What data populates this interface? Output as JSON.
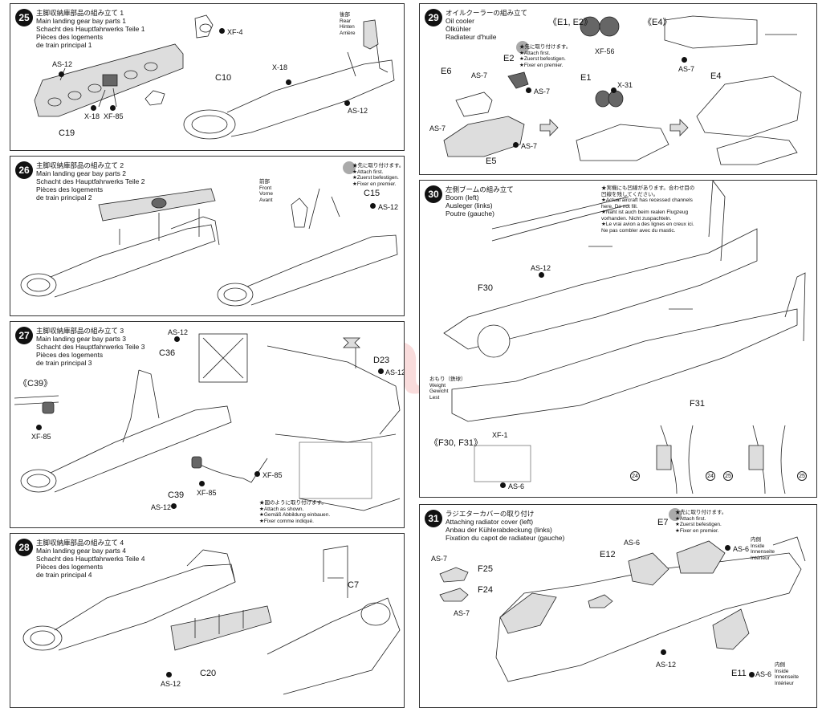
{
  "steps": [
    {
      "num": "25",
      "title_jp": "主脚収納庫部品の組み立て 1",
      "title_en": "Main landing gear bay parts 1",
      "title_de": "Schacht des Hauptfahrwerks Teile 1",
      "title_fr1": "Pièces des logements",
      "title_fr2": "de train principal 1",
      "labels": {
        "c19": "C19",
        "c10": "C10",
        "as12a": "AS-12",
        "as12b": "AS-12",
        "x18a": "X-18",
        "x18b": "X-18",
        "xf85": "XF-85",
        "xf4": "XF-4",
        "rear_jp": "後部",
        "rear_en": "Rear",
        "rear_de": "Hinten",
        "rear_fr": "Arrière"
      }
    },
    {
      "num": "26",
      "title_jp": "主脚収納庫部品の組み立て 2",
      "title_en": "Main landing gear bay parts 2",
      "title_de": "Schacht des Hauptfahrwerks Teile 2",
      "title_fr1": "Pièces des logements",
      "title_fr2": "de train principal 2",
      "notes": [
        "★先に取り付けます。",
        "★Attach first.",
        "★Zuerst befestigen.",
        "★Fixer en premier."
      ],
      "labels": {
        "c15": "C15",
        "as12": "AS-12",
        "front_jp": "前部",
        "front_en": "Front",
        "front_de": "Vorne",
        "front_fr": "Avant"
      }
    },
    {
      "num": "27",
      "title_jp": "主脚収納庫部品の組み立て 3",
      "title_en": "Main landing gear bay parts 3",
      "title_de": "Schacht des Hauptfahrwerks Teile 3",
      "title_fr1": "Pièces des logements",
      "title_fr2": "de train principal 3",
      "notes": [
        "★図のように取り付けます。",
        "★Attach as shown.",
        "★Gemäß Abbildung einbauen.",
        "★Fixer comme indiqué."
      ],
      "labels": {
        "c36": "C36",
        "c39": "C39",
        "c39b": "《C39》",
        "d23": "D23",
        "as12a": "AS-12",
        "as12b": "AS-12",
        "as12c": "AS-12",
        "xf85a": "XF-85",
        "xf85b": "XF-85",
        "xf85c": "XF-85"
      }
    },
    {
      "num": "28",
      "title_jp": "主脚収納庫部品の組み立て 4",
      "title_en": "Main landing gear bay parts 4",
      "title_de": "Schacht des Hauptfahrwerks Teile 4",
      "title_fr1": "Pièces des logements",
      "title_fr2": "de train principal 4",
      "labels": {
        "c7": "C7",
        "c20": "C20",
        "as12": "AS-12"
      }
    },
    {
      "num": "29",
      "title_jp": "オイルクーラーの組み立て",
      "title_en": "Oil cooler",
      "title_de": "Ölkühler",
      "title_fr1": "Radiateur d'huile",
      "title_fr2": "",
      "notes": [
        "★先に取り付けます。",
        "★Attach first.",
        "★Zuerst befestigen.",
        "★Fixer en premier."
      ],
      "labels": {
        "e1e2": "《E1, E2》",
        "e4b": "《E4》",
        "xf56": "XF-56",
        "as7a": "AS-7",
        "as7b": "AS-7",
        "as7c": "AS-7",
        "as7d": "AS-7",
        "as7e": "AS-7",
        "e2": "E2",
        "e6": "E6",
        "e5": "E5",
        "e1": "E1",
        "e4": "E4",
        "x31": "X-31"
      }
    },
    {
      "num": "30",
      "title_jp": "左側ブームの組み立て",
      "title_en": "Boom (left)",
      "title_de": "Ausleger (links)",
      "title_fr1": "Poutre (gauche)",
      "title_fr2": "",
      "notes": [
        "★実機にも凹線があります。合わせ目の",
        "凹線を残してください。",
        "★Actual aircraft has recessed channels",
        "here. Do not fill.",
        "★Naht ist auch beim realen Flugzeug",
        "vorhanden. Nicht zuspachteln.",
        "★Le vrai avion a des lignes en creux ici.",
        "Ne pas combler avec du mastic."
      ],
      "labels": {
        "f30": "F30",
        "f31": "F31",
        "as12": "AS-12",
        "f30f31": "《F30, F31》",
        "xf1": "XF-1",
        "as6": "AS-6",
        "w_jp": "おもり（鉄球）",
        "w_en": "Weight",
        "w_de": "Gewicht",
        "w_fr": "Lest",
        "n24a": "24",
        "n24b": "24",
        "n25a": "25",
        "n25b": "25"
      }
    },
    {
      "num": "31",
      "title_jp": "ラジエターカバーの取り付け",
      "title_en": "Attaching radiator cover (left)",
      "title_de": "Anbau der Kühlerabdeckung (links)",
      "title_fr1": "Fixation du capot de radiateur (gauche)",
      "title_fr2": "",
      "notes": [
        "★先に取り付けます。",
        "★Attach first.",
        "★Zuerst befestigen.",
        "★Fixer en premier."
      ],
      "labels": {
        "e7": "E7",
        "e12": "E12",
        "e11": "E11",
        "f25": "F25",
        "f24": "F24",
        "as7a": "AS-7",
        "as7b": "AS-7",
        "as6a": "AS-6",
        "as6b": "AS-6",
        "as6c": "AS-6",
        "as12": "AS-12",
        "inside1_jp": "内側",
        "inside1_en": "Inside",
        "inside1_de": "Innenseite",
        "inside1_fr": "Intérieur",
        "inside2_jp": "内側",
        "inside2_en": "Inside",
        "inside2_de": "Innenseite",
        "inside2_fr": "Intérieur"
      }
    }
  ],
  "watermark": "modelarski.cz"
}
